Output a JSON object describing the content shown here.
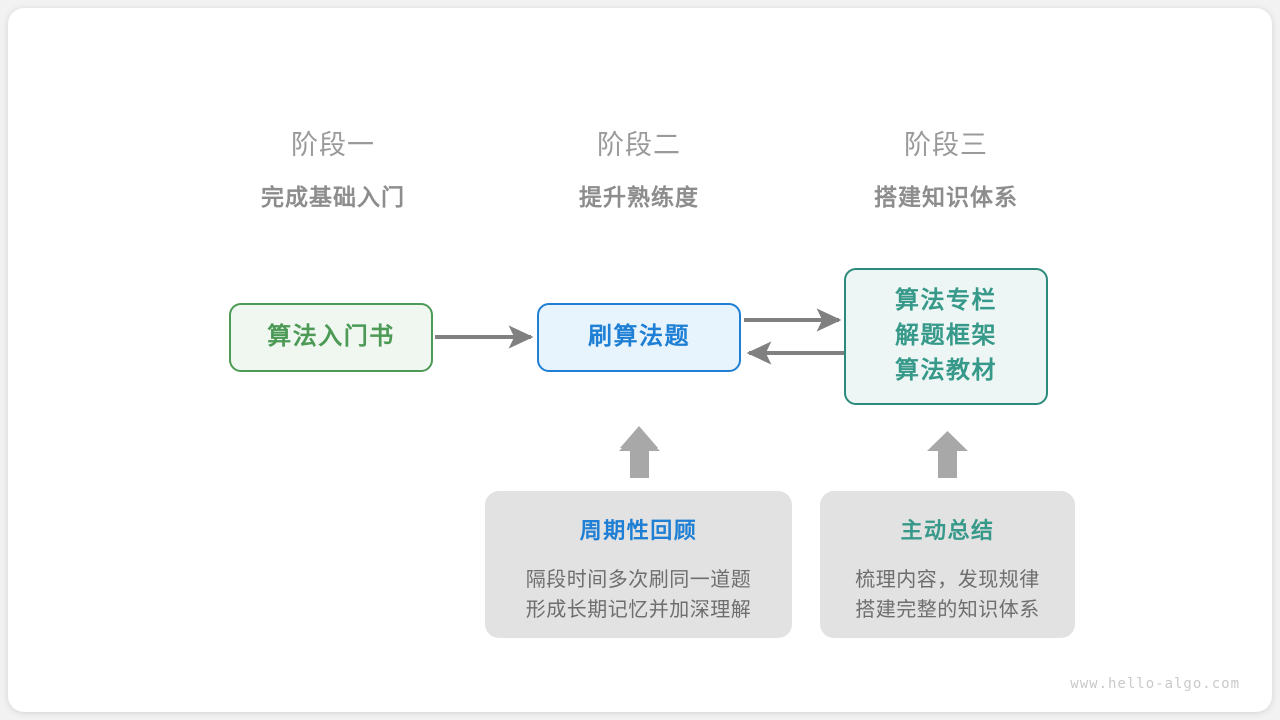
{
  "watermark": "www.hello-algo.com",
  "colors": {
    "green": "#4c9a55",
    "blue": "#1e7fd4",
    "teal": "#2b8a7c",
    "teal_text": "#37998a",
    "gray_arrow": "#808080",
    "card_gray": "#e2e2e2",
    "heading_gray": "#8d8d8d"
  },
  "stages": [
    {
      "number": "阶段一",
      "title": "完成基础入门"
    },
    {
      "number": "阶段二",
      "title": "提升熟练度"
    },
    {
      "number": "阶段三",
      "title": "搭建知识体系"
    }
  ],
  "nodes": {
    "book": {
      "label": "算法入门书"
    },
    "practice": {
      "label": "刷算法题"
    },
    "resources": {
      "line1": "算法专栏",
      "line2": "解题框架",
      "line3": "算法教材"
    }
  },
  "cards": [
    {
      "title": "周期性回顾",
      "body_line1": "隔段时间多次刷同一道题",
      "body_line2": "形成长期记忆并加深理解"
    },
    {
      "title": "主动总结",
      "body_line1": "梳理内容，发现规律",
      "body_line2": "搭建完整的知识体系"
    }
  ]
}
